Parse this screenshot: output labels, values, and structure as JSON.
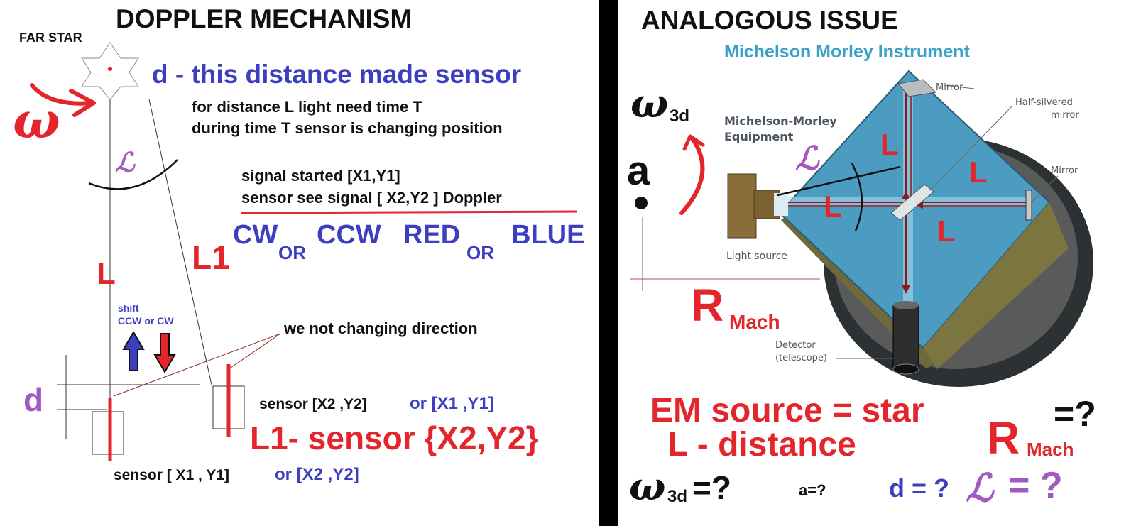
{
  "left": {
    "title": "DOPPLER MECHANISM",
    "far_star": "FAR STAR",
    "omega": "ω",
    "d_desc": "d - this distance made sensor",
    "line1": "for distance L light need time T",
    "line2": "during time T sensor is changing position",
    "alpha": "ℒ",
    "signal_started": "signal started [X1,Y1]",
    "sensor_see": "sensor see signal [ X2,Y2 ]  Doppler",
    "cw": "CW",
    "or1": "OR",
    "ccw": "CCW",
    "red": "RED",
    "or2": "OR",
    "blue": "BLUE",
    "L": "L",
    "L1": "L1",
    "shift1": "shift",
    "shift2": "CCW or CW",
    "not_changing": "we not changing direction",
    "d": "d",
    "sensor_x2_a": "sensor [X2 ,Y2]",
    "sensor_x2_b": "or [X1 ,Y1]",
    "l1_sensor": "L1- sensor {X2,Y2}",
    "sensor_x1_a": "sensor [ X1 , Y1]",
    "sensor_x1_b": "or [X2 ,Y2]"
  },
  "right": {
    "title": "ANALOGOUS ISSUE",
    "mm_instrument": "Michelson Morley Instrument",
    "omega": "ω",
    "sub3d": "3d",
    "a": "a",
    "alpha": "ℒ",
    "mm_equipment_1": "Michelson-Morley",
    "mm_equipment_2": "Equipment",
    "mirror_top": "Mirror",
    "half_silvered_1": "Half-silvered",
    "half_silvered_2": "mirror",
    "mirror_right": "Mirror",
    "L": "L",
    "light_source": "Light source",
    "R": "R",
    "mach": "Mach",
    "detector_1": "Detector",
    "detector_2": "(telescope)",
    "em_source": "EM source = star",
    "l_distance": "L - distance",
    "eq_q": "=?",
    "omega_eq": "=?",
    "a_eq": "a=?",
    "d_eq": "d = ?",
    "alpha_eq": "= ?"
  }
}
